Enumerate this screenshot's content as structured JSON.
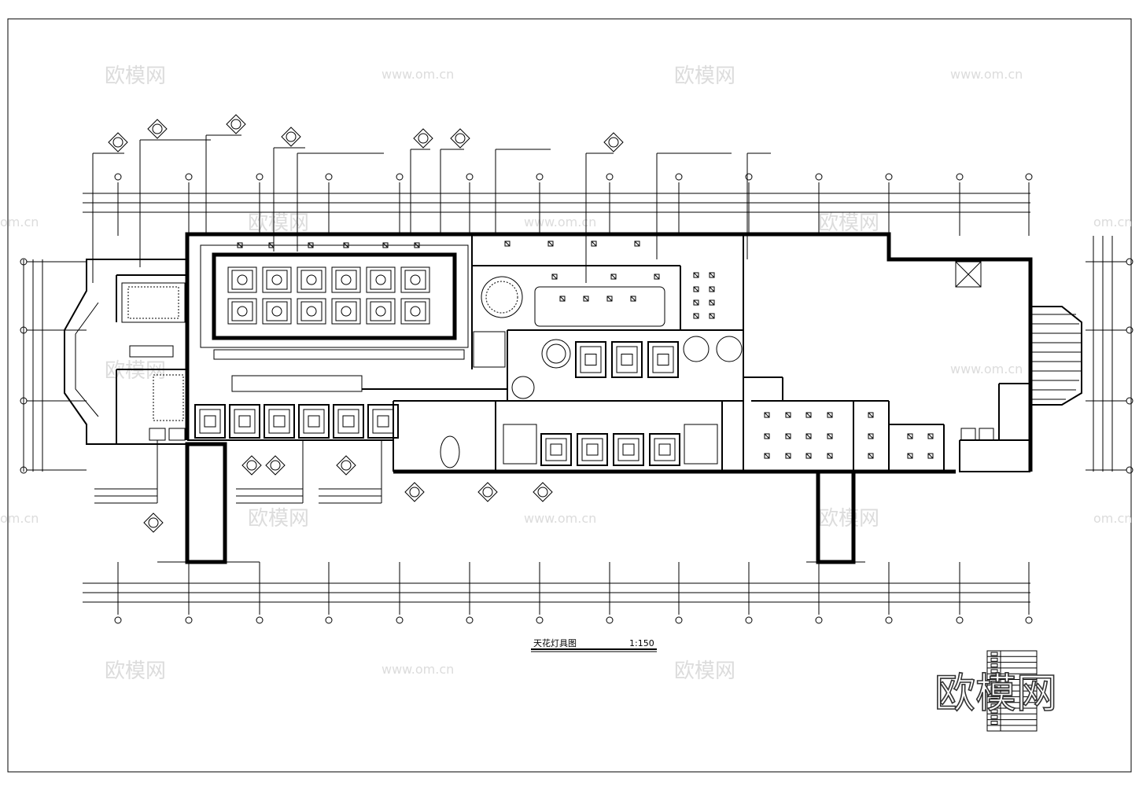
{
  "drawing": {
    "title": "天花灯具图",
    "scale": "1:150"
  },
  "watermark": {
    "cn": "欧模网",
    "url": "www.om.cn",
    "url_partial": "om.cn"
  },
  "brand": {
    "logo_text": "欧模网"
  }
}
